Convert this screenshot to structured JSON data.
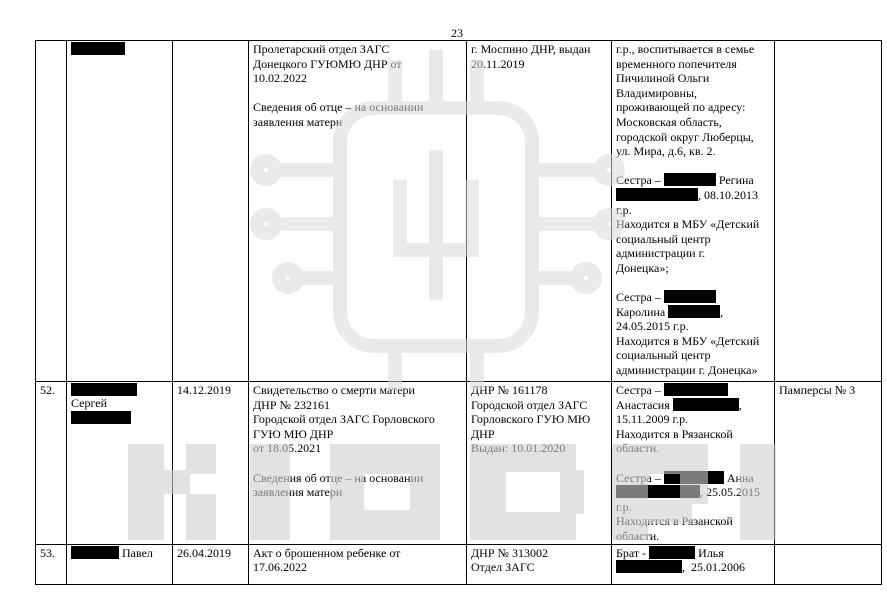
{
  "page_number": "23",
  "colors": {
    "redaction": "#000000",
    "watermark": "#d9d9d9"
  },
  "rows": [
    {
      "number": "",
      "name": [
        "",
        ""
      ],
      "date": "",
      "docs": [
        "Пролетарский отдел ЗАГС",
        "Донецкого ГУЮМЮ ДНР от",
        "10.02.2022",
        "",
        "Сведения об отце – на основании",
        "заявления матери"
      ],
      "place": [
        "г. Моспино ДНР, выдан",
        "20.11.2019"
      ],
      "relatives": [
        "г.р., воспитывается в семье",
        "временного попечителя",
        "Пичилиной Ольги",
        "Владимировны,",
        "проживающей по адресу:",
        "Московская область,",
        "городской округ Люберцы,",
        "ул. Мира, д.6, кв. 2.",
        "",
        "Сестра –",
        "Регина",
        ", 08.10.2013",
        "г.р.",
        "Находится в МБУ «Детский",
        "социальный центр",
        "администрации г.",
        "Донецка»;",
        "",
        "Сестра –",
        "Каролина",
        ",",
        "24.05.2015 г.р.",
        "Находится в МБУ «Детский",
        "социальный центр",
        "администрации г. Донецка»"
      ],
      "note": ""
    },
    {
      "number": "52.",
      "name": [
        "Сергей"
      ],
      "date": "14.12.2019",
      "docs": [
        "Свидетельство о смерти матери",
        "ДНР № 232161",
        "Городской отдел ЗАГС Горловского",
        "ГУЮ МЮ ДНР",
        "от 18.05.2021",
        "",
        "Сведения об отце – на основании",
        "заявления матери"
      ],
      "place": [
        "ДНР № 161178",
        "Городской отдел ЗАГС",
        "Горловского ГУЮ МЮ",
        "ДНР",
        "Выдан: 10.01.2020"
      ],
      "relatives": [
        "Сестра –",
        "Анастасия",
        ",",
        "15.11.2009 г.р.",
        "Находится в Рязанской",
        "области.",
        "",
        "Сестра –",
        "Анна",
        ", 25.05.2015",
        "г.р.",
        "Находится в Рязанской",
        "области."
      ],
      "note": "Памперсы № 3"
    },
    {
      "number": "53.",
      "name": [
        "Павел"
      ],
      "date": "26.04.2019",
      "docs": [
        "Акт о брошенном ребенке от",
        "17.06.2022"
      ],
      "place": [
        "ДНР № 313002",
        "Отдел ЗАГС"
      ],
      "relatives": [
        "Брат -",
        "Илья",
        ",",
        "25.01.2006"
      ],
      "note": ""
    }
  ]
}
